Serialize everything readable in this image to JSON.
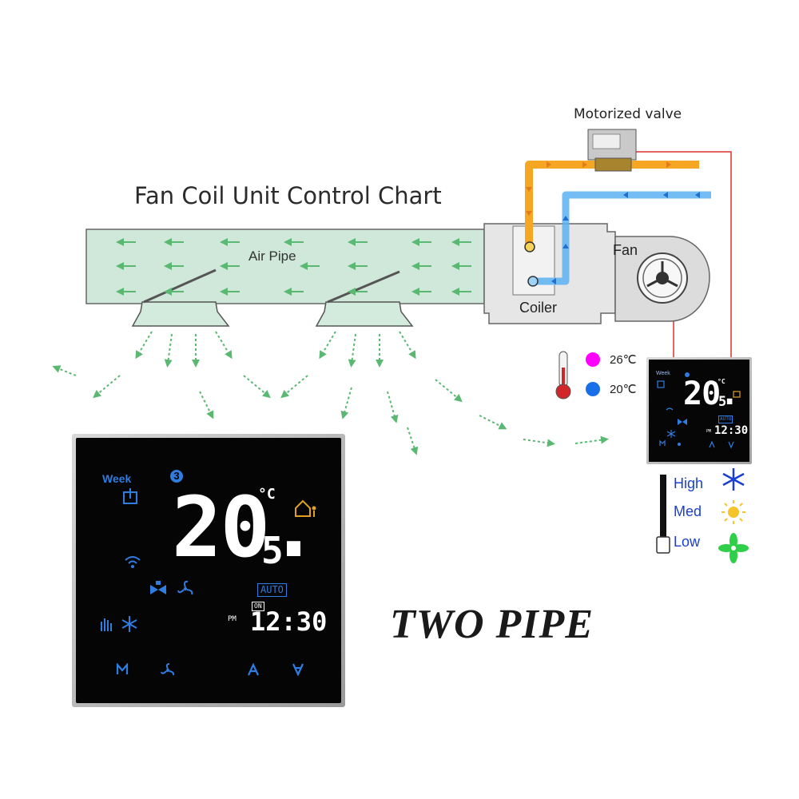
{
  "title": "Fan Coil Unit Control Chart",
  "labels": {
    "motorized_valve": "Motorized valve",
    "air_pipe": "Air Pipe",
    "coiler": "Coiler",
    "fan": "Fan"
  },
  "temperatures": {
    "hot": "26℃",
    "cold": "20℃"
  },
  "fan_speeds": {
    "high": "High",
    "med": "Med",
    "low": "Low"
  },
  "pipe_type": "TWO PIPE",
  "thermostat_display": {
    "week_label": "Week",
    "day_number": "3",
    "temperature_main": "20.",
    "temperature_decimal": "5",
    "unit": "°C",
    "mode": "AUTO",
    "on_label": "ON",
    "ampm": "PM",
    "time": "12:30"
  },
  "colors": {
    "hot_water": "#f5a623",
    "cold_water": "#5ab0f2",
    "air_duct": "#cfe8da",
    "air_arrow": "#5ab872",
    "lcd_blue": "#2f7de0",
    "lcd_amber": "#e2a21e",
    "wire_red": "#e0302a",
    "hot_dot": "#ff00ff",
    "cold_dot": "#1a6fe8"
  },
  "icons": [
    "thermometer-icon",
    "snowflake-icon",
    "sun-icon",
    "fan-icon",
    "wifi-icon",
    "valve-icon",
    "home-icon",
    "hand-icon"
  ]
}
